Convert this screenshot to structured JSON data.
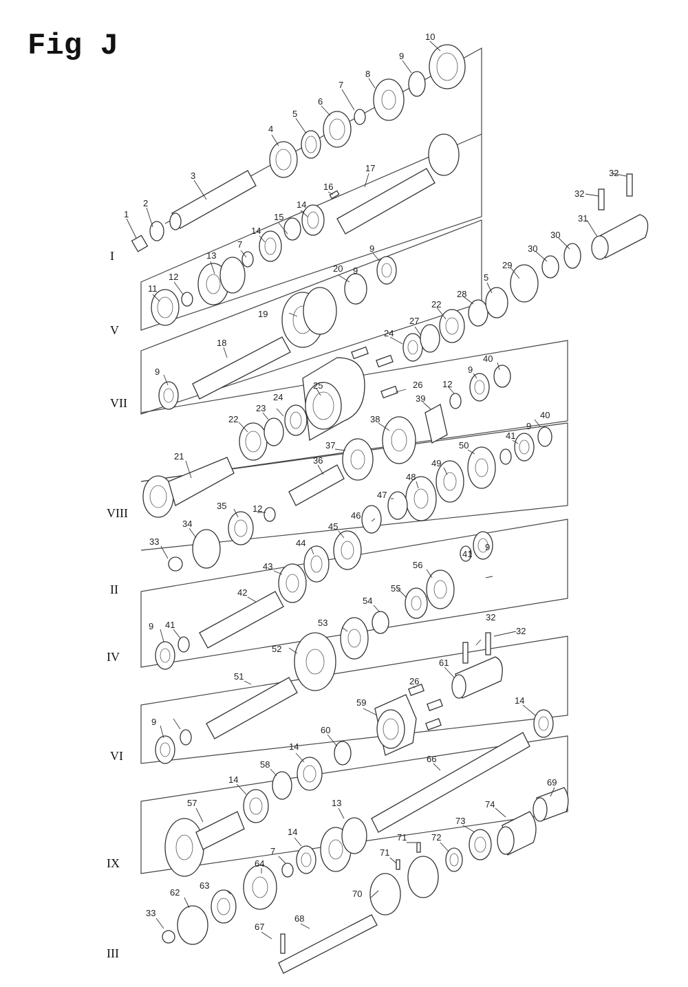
{
  "figure": {
    "title": "Fig J"
  },
  "shafts": [
    "I",
    "V",
    "VII",
    "VIII",
    "II",
    "IV",
    "VI",
    "IX",
    "III"
  ],
  "callouts": [
    "1",
    "2",
    "3",
    "4",
    "5",
    "6",
    "7",
    "8",
    "9",
    "10",
    "9",
    "11",
    "12",
    "13",
    "14",
    "7",
    "15",
    "14",
    "16",
    "17",
    "32",
    "32",
    "31",
    "30",
    "30",
    "29",
    "5",
    "28",
    "22",
    "27",
    "24",
    "20",
    "9",
    "19",
    "18",
    "9",
    "25",
    "26",
    "12",
    "9",
    "40",
    "39",
    "38",
    "24",
    "23",
    "22",
    "21",
    "37",
    "36",
    "12",
    "35",
    "34",
    "33",
    "41",
    "9",
    "40",
    "50",
    "49",
    "48",
    "47",
    "46",
    "45",
    "44",
    "43",
    "42",
    "41",
    "9",
    "56",
    "55",
    "54",
    "53",
    "52",
    "9",
    "41",
    "9",
    "51",
    "32",
    "32",
    "61",
    "26",
    "59",
    "60",
    "14",
    "14",
    "58",
    "14",
    "57",
    "66",
    "69",
    "74",
    "73",
    "72",
    "71",
    "71",
    "70",
    "13",
    "14",
    "7",
    "64",
    "63",
    "62",
    "33",
    "67",
    "68"
  ],
  "colors": {
    "ink": "#333333",
    "paper": "#ffffff"
  }
}
